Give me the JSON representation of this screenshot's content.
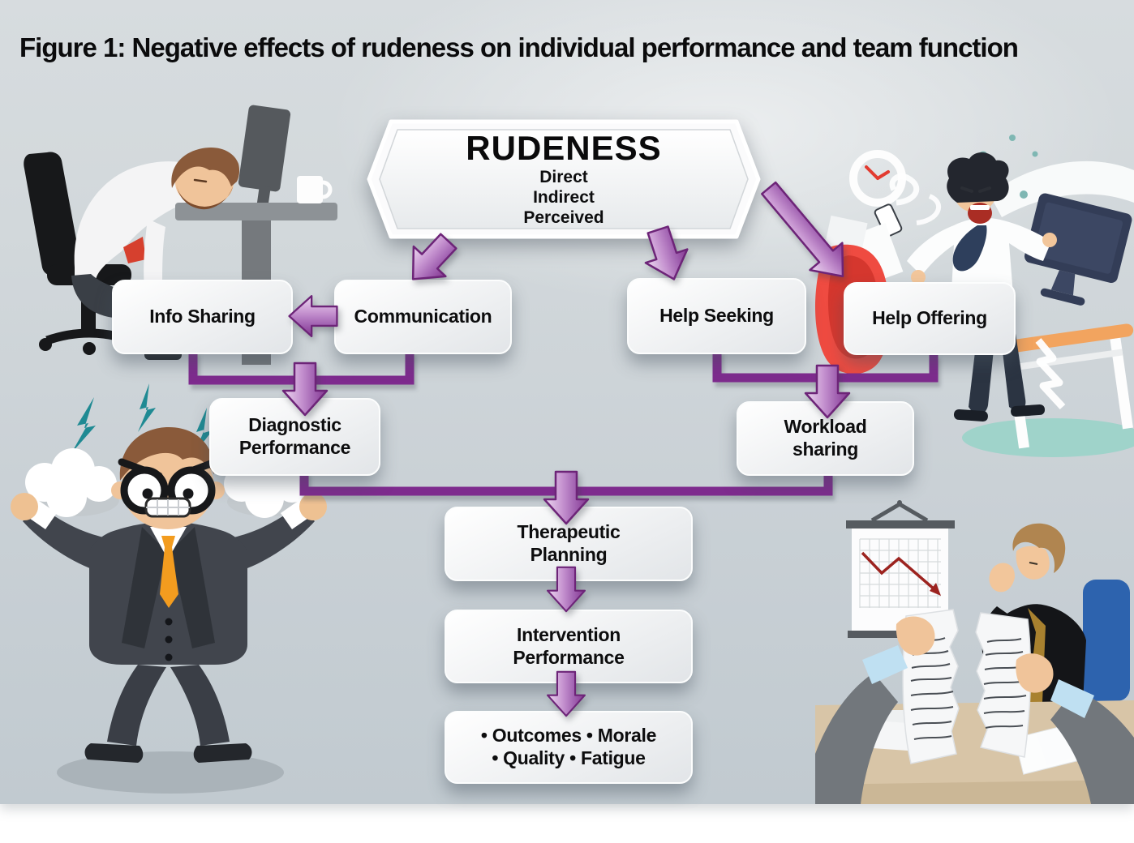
{
  "figure_title": "Figure 1: Negative effects of rudeness on individual performance and team function",
  "banner": {
    "heading": "RUDENESS",
    "types": [
      "Direct",
      "Indirect",
      "Perceived"
    ]
  },
  "nodes": {
    "info_sharing": {
      "lines": [
        "Info Sharing"
      ]
    },
    "communication": {
      "lines": [
        "Communication"
      ]
    },
    "help_seeking": {
      "lines": [
        "Help Seeking"
      ]
    },
    "help_offering": {
      "lines": [
        "Help Offering"
      ]
    },
    "diagnostic_performance": {
      "lines": [
        "Diagnostic",
        "Performance"
      ]
    },
    "workload_sharing": {
      "lines": [
        "Workload",
        "sharing"
      ]
    },
    "therapeutic_planning": {
      "lines": [
        "Therapeutic",
        "Planning"
      ]
    },
    "intervention_performance": {
      "lines": [
        "Intervention",
        "Performance"
      ]
    },
    "outcomes": {
      "lines": [
        "• Outcomes • Morale",
        "• Quality • Fatigue"
      ]
    }
  },
  "colors": {
    "connector_purple": "#7e2b8e",
    "arrow_gradient_light": "#ecd9f0",
    "arrow_gradient_dark": "#83368f",
    "arrow_outline": "#6d2478",
    "background_top": "#d7dcdf",
    "background_bottom": "#c1cad0",
    "box_text": "#0d0d0e",
    "teal_accent": "#1f8a93",
    "red_accent": "#ef4b41",
    "orange_tie": "#f39c1f",
    "chart_trend_red": "#9c231f"
  },
  "illustrations": {
    "top_left": "exhausted-worker-slumped-at-desk",
    "top_right": "angry-man-flipping-desk",
    "bottom_left": "furious-man-steam-from-ears",
    "bottom_right": "frustrated-managers-tearing-report"
  }
}
